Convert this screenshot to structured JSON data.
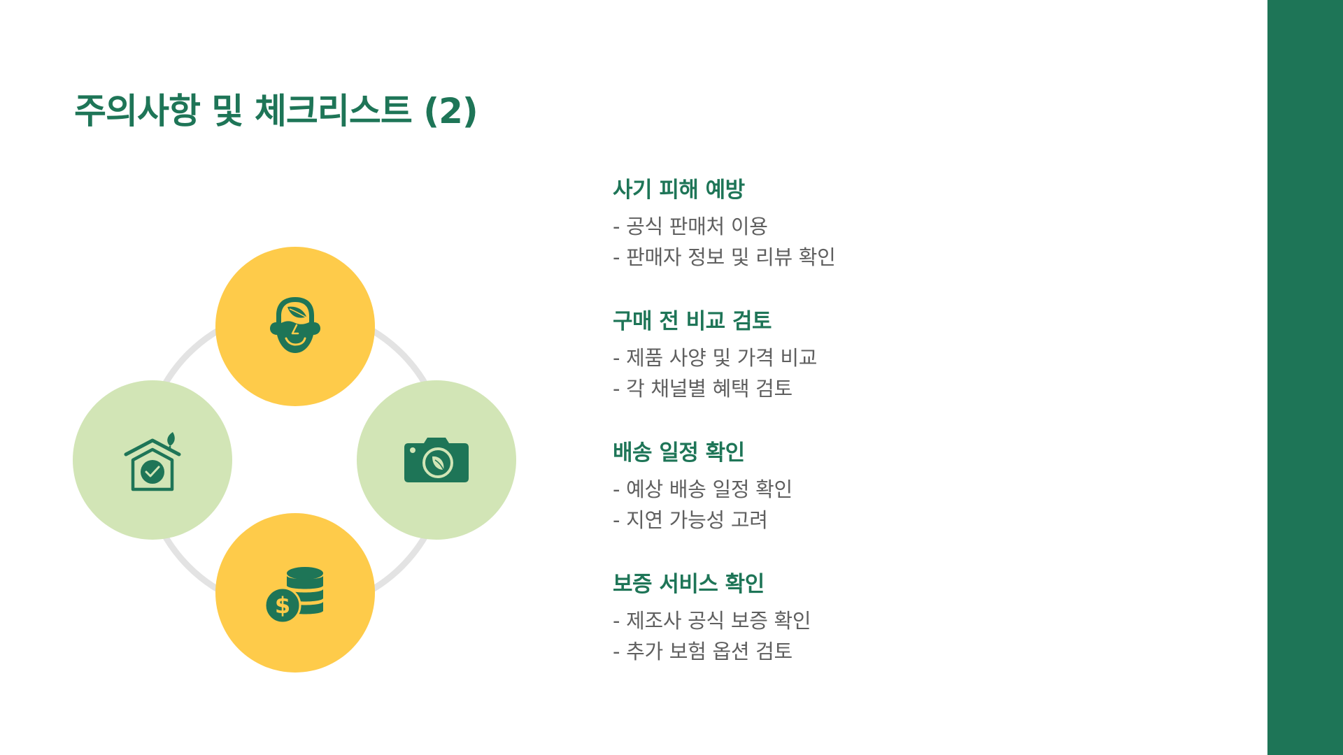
{
  "slide": {
    "title": "주의사항 및 체크리스트 (2)",
    "colors": {
      "primary_green": "#1e7557",
      "accent_yellow": "#fecb4a",
      "light_green": "#d2e5b6",
      "ring_gray": "#e3e3e3",
      "body_text": "#5f5f5f"
    }
  },
  "diagram": {
    "nodes": [
      {
        "position": "top",
        "icon": "head-leaf-icon",
        "fill": "#fecb4a"
      },
      {
        "position": "right",
        "icon": "camera-leaf-icon",
        "fill": "#d2e5b6"
      },
      {
        "position": "bottom",
        "icon": "coins-dollar-icon",
        "fill": "#fecb4a"
      },
      {
        "position": "left",
        "icon": "house-check-icon",
        "fill": "#d2e5b6"
      }
    ]
  },
  "sections": [
    {
      "heading": "사기 피해 예방",
      "bullets": [
        "- 공식 판매처 이용",
        "- 판매자 정보 및 리뷰 확인"
      ]
    },
    {
      "heading": "구매 전 비교 검토",
      "bullets": [
        "- 제품 사양 및 가격 비교",
        "- 각 채널별 혜택 검토"
      ]
    },
    {
      "heading": "배송 일정 확인",
      "bullets": [
        "- 예상 배송 일정 확인",
        "- 지연 가능성 고려"
      ]
    },
    {
      "heading": "보증 서비스 확인",
      "bullets": [
        "- 제조사 공식 보증 확인",
        "- 추가 보험 옵션 검토"
      ]
    }
  ]
}
